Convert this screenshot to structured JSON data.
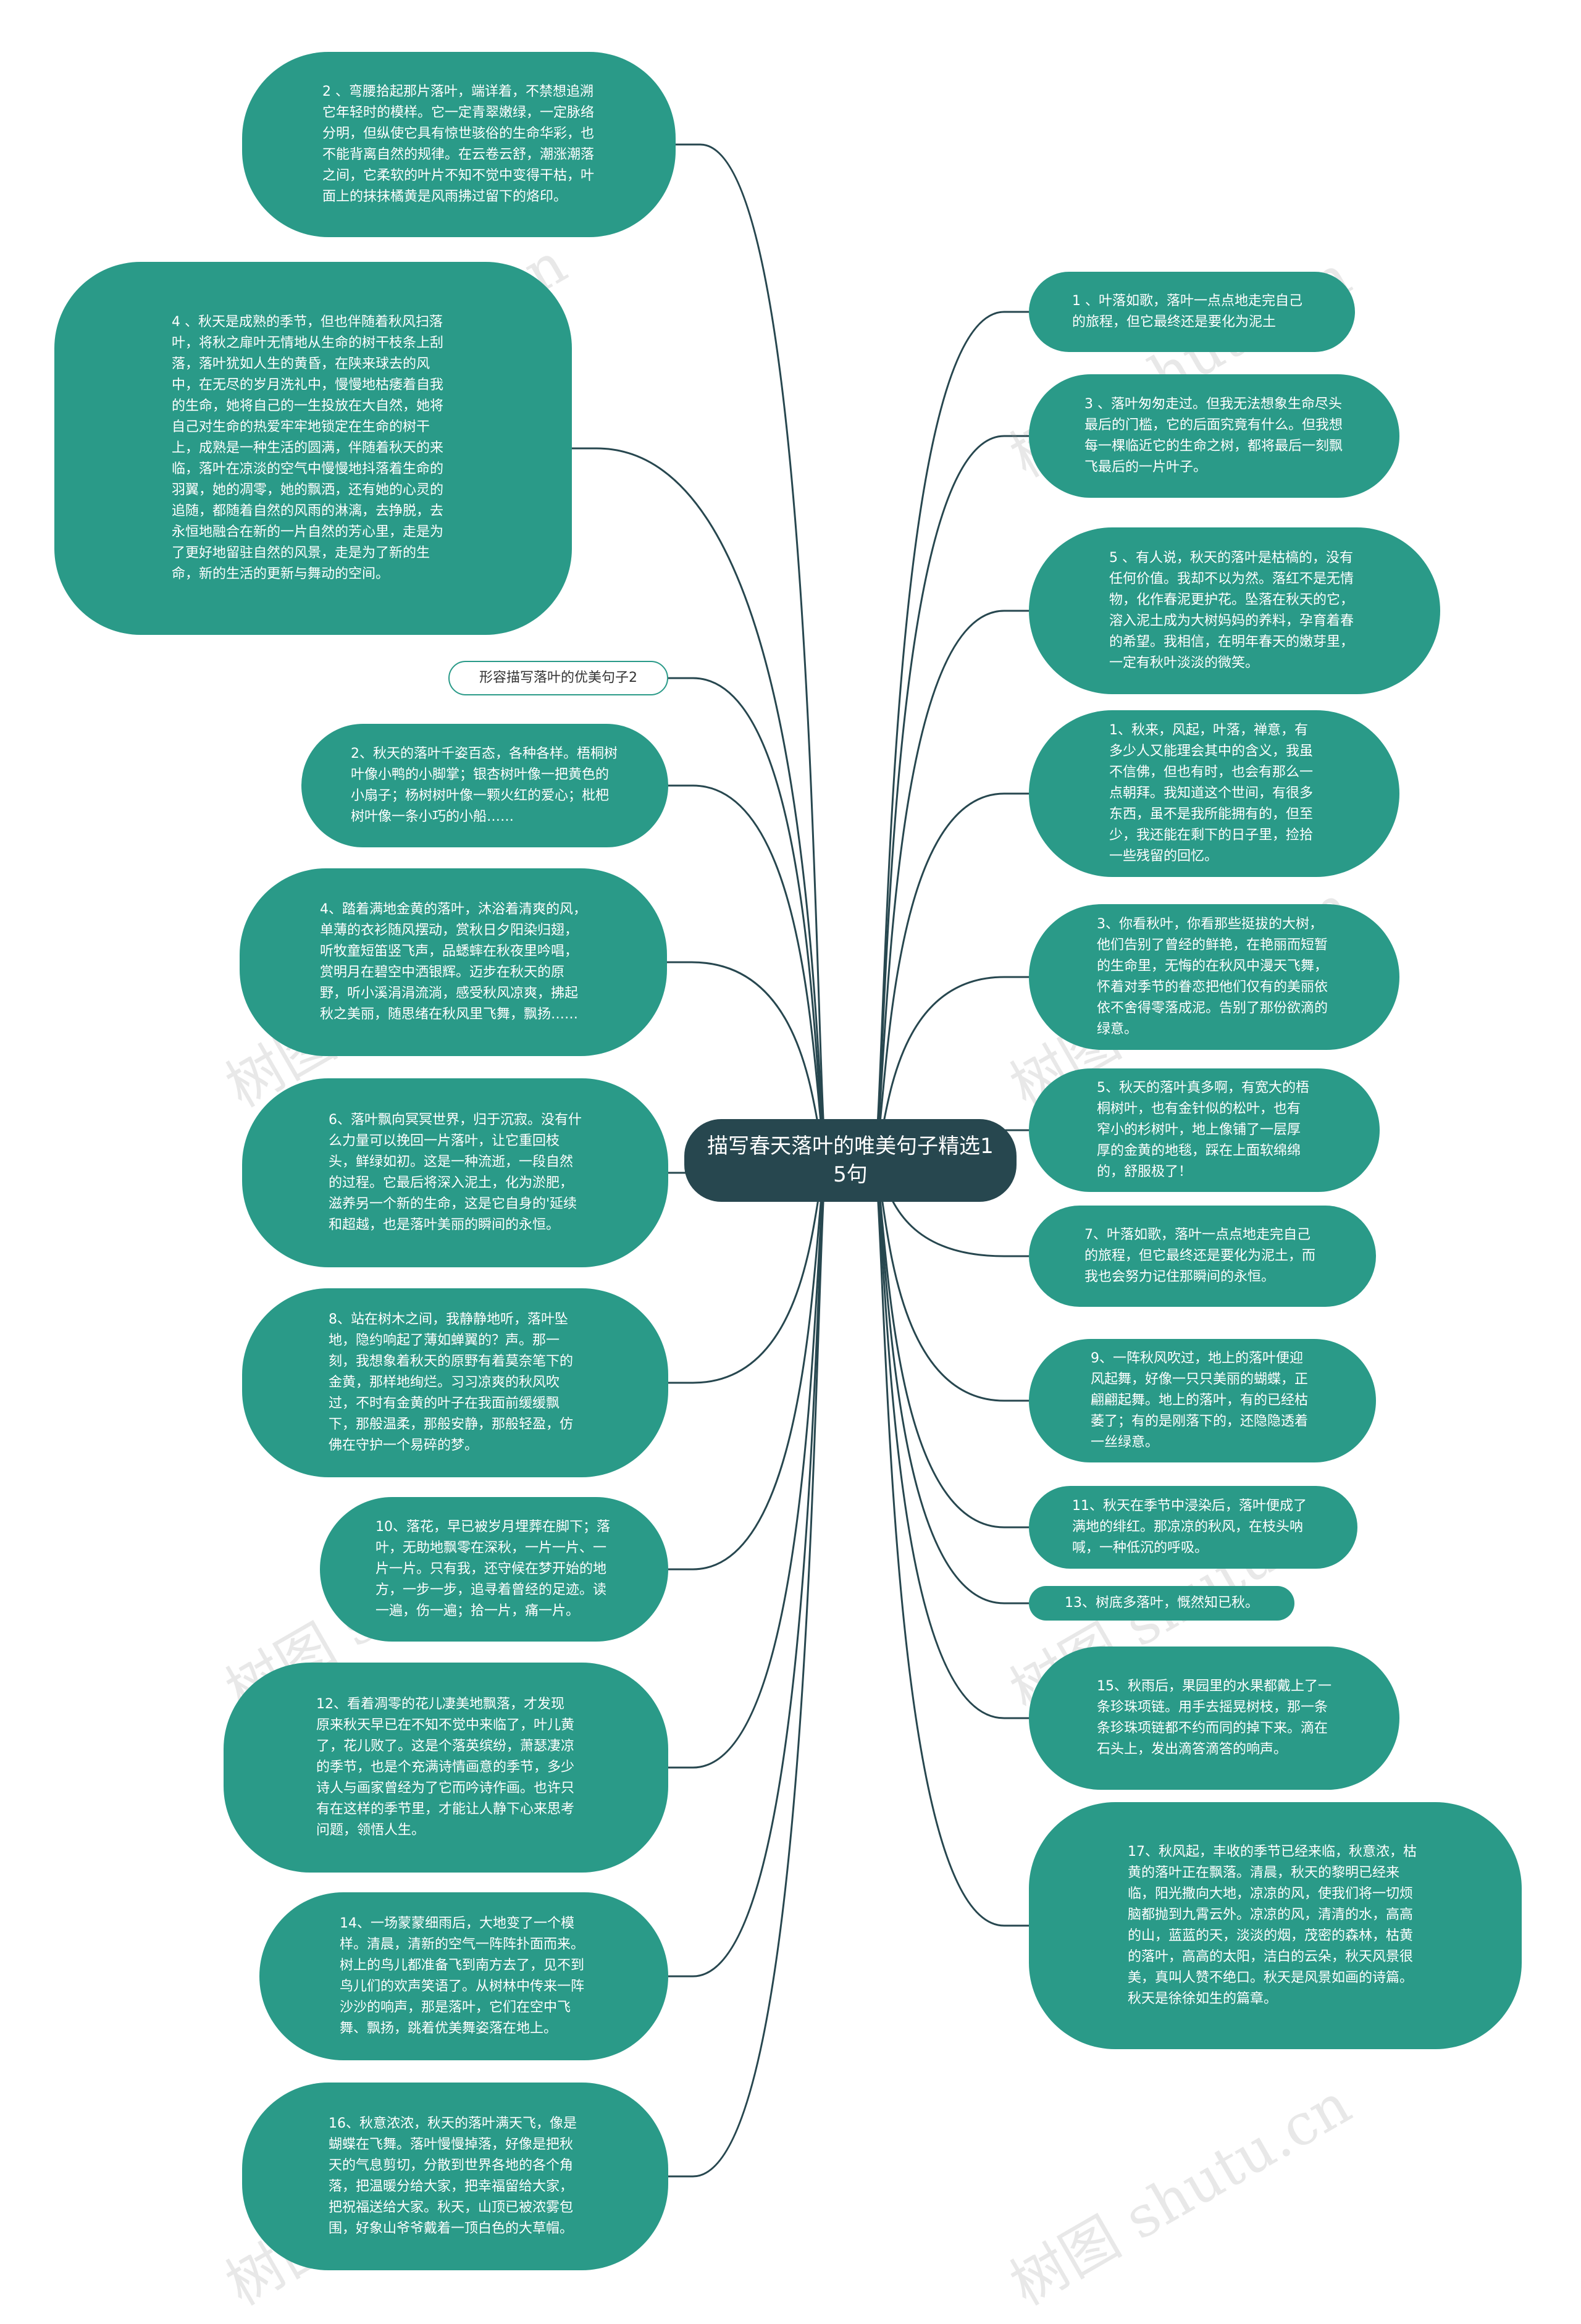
{
  "root": {
    "title": "描写春天落叶的唯美句子精选15句"
  },
  "watermark": "树图 shutu.cn",
  "colors": {
    "node": "#2a9a88",
    "root": "#27474f",
    "line": "#27474f",
    "label_bg": "#ffffff"
  },
  "left_nodes": [
    {
      "text": "2 、弯腰拾起那片落叶，端详着，不禁想追溯它年轻时的模样。它一定青翠嫩绿，一定脉络分明，但纵使它具有惊世骇俗的生命华彩，也不能背离自然的规律。在云卷云舒，潮涨潮落之间，它柔软的叶片不知不觉中变得干枯，叶面上的抹抹橘黄是风雨拂过留下的烙印。"
    },
    {
      "text": "4 、秋天是成熟的季节，但也伴随着秋风扫落叶，将秋之扉叶无情地从生命的树干枝条上刮落，落叶犹如人生的黄昏，在陕来球去的风中，在无尽的岁月洗礼中，慢慢地枯痿着自我的生命，她将自己的一生投放在大自然，她将自己对生命的热爱牢牢地锁定在生命的树干上，成熟是一种生活的圆满，伴随着秋天的来临，落叶在凉淡的空气中慢慢地抖落着生命的羽翼，她的凋零，她的飘洒，还有她的心灵的追随，都随着自然的风雨的淋漓，去挣脱，去永恒地融合在新的一片自然的芳心里，走是为了更好地留驻自然的风景，走是为了新的生命，新的生活的更新与舞动的空间。"
    },
    {
      "text": "形容描写落叶的优美句子2",
      "label": true
    },
    {
      "text": "2、秋天的落叶千姿百态，各种各样。梧桐树叶像小鸭的小脚掌；银杏树叶像一把黄色的小扇子；杨树树叶像一颗火红的爱心；枇杷树叶像一条小巧的小船……"
    },
    {
      "text": "4、踏着满地金黄的落叶，沐浴着清爽的风，单薄的衣衫随风摆动，赏秋日夕阳染归翅，听牧童短笛竖飞声，品蟋蟀在秋夜里吟唱，赏明月在碧空中洒银辉。迈步在秋天的原野，听小溪涓涓流淌，感受秋风凉爽，拂起秋之美丽，随思绪在秋风里飞舞，飘扬……"
    },
    {
      "text": "6、落叶飘向冥冥世界，归于沉寂。没有什么力量可以挽回一片落叶，让它重回枝头，鲜绿如初。这是一种流逝，一段自然的过程。它最后将深入泥土，化为淤肥，滋养另一个新的生命，这是它自身的'延续和超越，也是落叶美丽的瞬间的永恒。"
    },
    {
      "text": "8、站在树木之间，我静静地听，落叶坠地，隐约响起了薄如蝉翼的？声。那一刻，我想象着秋天的原野有着莫奈笔下的金黄，那样地绚烂。习习凉爽的秋风吹过，不时有金黄的叶子在我面前缓缓飘下，那般温柔，那般安静，那般轻盈，仿佛在守护一个易碎的梦。"
    },
    {
      "text": "10、落花，早已被岁月埋葬在脚下；落叶，无助地飘零在深秋，一片一片、一片一片。只有我，还守候在梦开始的地方，一步一步，追寻着曾经的足迹。读一遍，伤一遍；拾一片，痛一片。"
    },
    {
      "text": "12、看着凋零的花儿凄美地飘落，才发现原来秋天早已在不知不觉中来临了，叶儿黄了，花儿败了。这是个落英缤纷，萧瑟凄凉的季节，也是个充满诗情画意的季节，多少诗人与画家曾经为了它而吟诗作画。也许只有在这样的季节里，才能让人静下心来思考问题，领悟人生。"
    },
    {
      "text": "14、一场蒙蒙细雨后，大地变了一个模样。清晨，清新的空气一阵阵扑面而来。树上的鸟儿都准备飞到南方去了，见不到鸟儿们的欢声笑语了。从树林中传来一阵沙沙的响声，那是落叶，它们在空中飞舞、飘扬，跳着优美舞姿落在地上。"
    },
    {
      "text": "16、秋意浓浓，秋天的落叶满天飞，像是蝴蝶在飞舞。落叶慢慢掉落，好像是把秋天的气息剪切，分散到世界各地的各个角落，把温暖分给大家，把幸福留给大家，把祝福送给大家。秋天，山顶已被浓雾包围，好象山爷爷戴着一顶白色的大草帽。"
    }
  ],
  "right_nodes": [
    {
      "text": "1 、叶落如歌，落叶一点点地走完自己的旅程，但它最终还是要化为泥土"
    },
    {
      "text": "3 、落叶匆匆走过。但我无法想象生命尽头最后的门槛，它的后面究竟有什么。但我想每一棵临近它的生命之树，都将最后一刻飘飞最后的一片叶子。"
    },
    {
      "text": "5 、有人说，秋天的落叶是枯槁的，没有任何价值。我却不以为然。落红不是无情物，化作春泥更护花。坠落在秋天的它，溶入泥土成为大树妈妈的养料，孕育着春的希望。我相信，在明年春天的嫩芽里，一定有秋叶淡淡的微笑。"
    },
    {
      "text": "1、秋来，风起，叶落，禅意，有多少人又能理会其中的含义，我虽不信佛，但也有时，也会有那么一点朝拜。我知道这个世间，有很多东西，虽不是我所能拥有的，但至少，我还能在剩下的日子里，捡拾一些残留的回忆。"
    },
    {
      "text": "3、你看秋叶，你看那些挺拔的大树，他们告别了曾经的鲜艳，在艳丽而短暂的生命里，无悔的在秋风中漫天飞舞，怀着对季节的眷恋把他们仅有的美丽依依不舍得零落成泥。告别了那份欲滴的绿意。"
    },
    {
      "text": "5、秋天的落叶真多啊，有宽大的梧桐树叶，也有金针似的松叶，也有窄小的杉树叶，地上像铺了一层厚厚的金黄的地毯，踩在上面软绵绵的，舒服极了！"
    },
    {
      "text": "7、叶落如歌，落叶一点点地走完自己的旅程，但它最终还是要化为泥土，而我也会努力记住那瞬间的永恒。"
    },
    {
      "text": "9、一阵秋风吹过，地上的落叶便迎风起舞，好像一只只美丽的蝴蝶，正翩翩起舞。地上的落叶，有的已经枯萎了；有的是刚落下的，还隐隐透着一丝绿意。"
    },
    {
      "text": "11、秋天在季节中浸染后，落叶便成了满地的绯红。那凉凉的秋风，在枝头呐喊，一种低沉的呼吸。"
    },
    {
      "text": "13、树底多落叶，慨然知已秋。"
    },
    {
      "text": "15、秋雨后，果园里的水果都戴上了一条珍珠项链。用手去摇晃树枝，那一条条珍珠项链都不约而同的掉下来。滴在石头上，发出滴答滴答的响声。"
    },
    {
      "text": "17、秋风起，丰收的季节已经来临，秋意浓，枯黄的落叶正在飘落。清晨，秋天的黎明已经来临，阳光撒向大地，凉凉的风，使我们将一切烦脑都抛到九霄云外。凉凉的风，清清的水，高高的山，蓝蓝的天，淡淡的烟，茂密的森林，枯黄的落叶，高高的太阳，洁白的云朵，秋天风景很美，真叫人赞不绝口。秋天是风景如画的诗篇。秋天是徐徐如生的篇章。"
    }
  ]
}
